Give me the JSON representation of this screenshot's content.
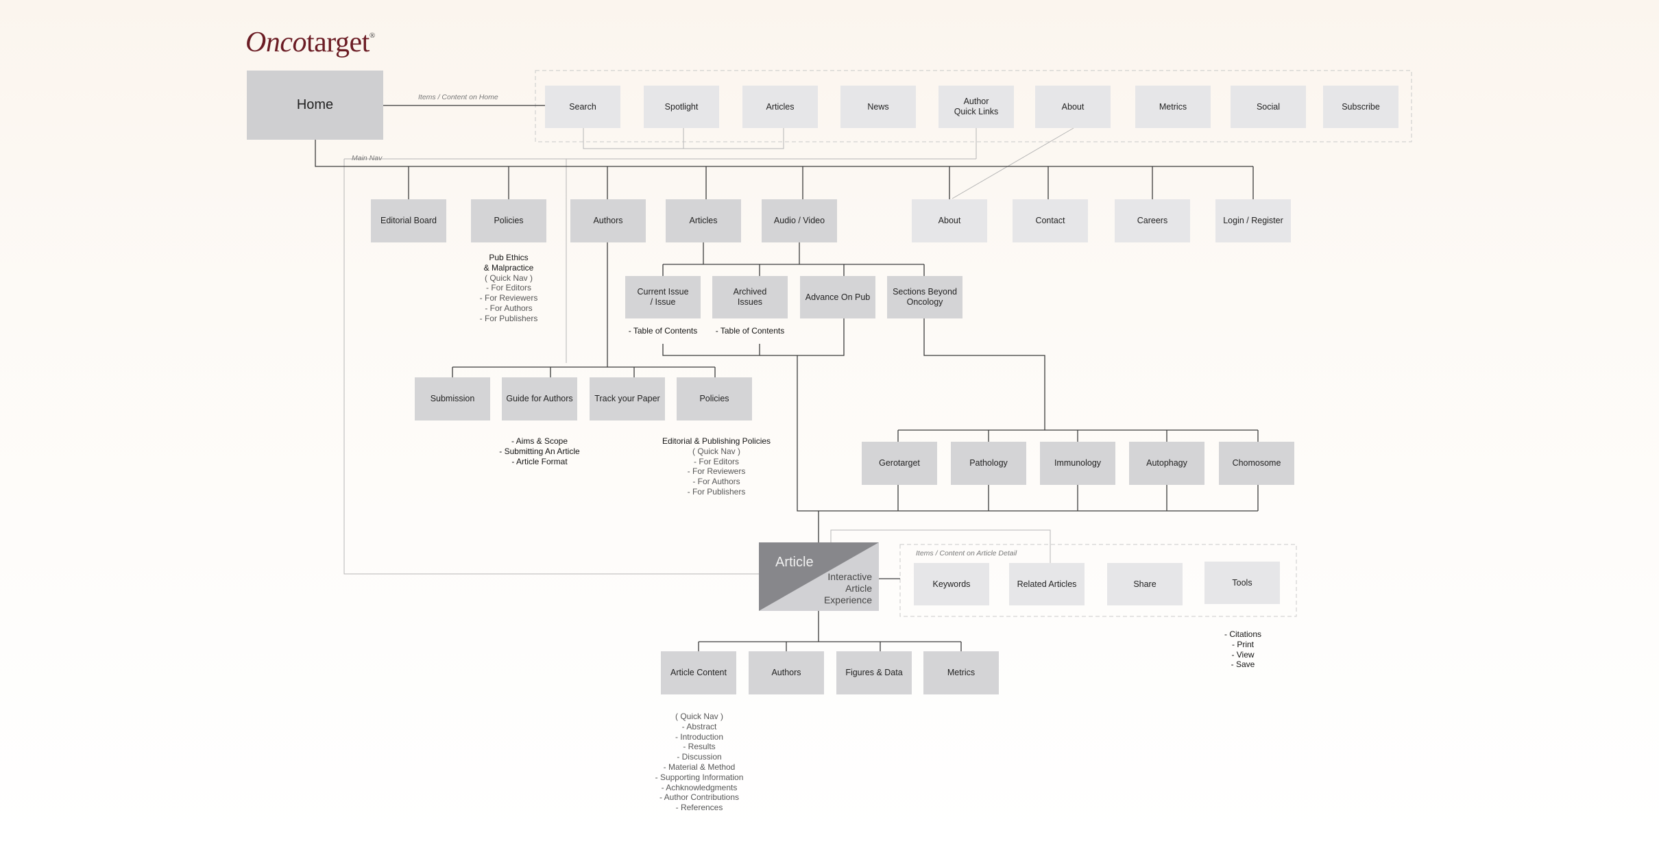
{
  "logo": {
    "text_italic": "Onco",
    "text_regular": "target",
    "mark": "®"
  },
  "captions": {
    "home_items": "Items / Content on Home",
    "main_nav": "Main Nav",
    "article_items": "Items / Content on Article Detail"
  },
  "nodes": {
    "home": "Home",
    "home_search": "Search",
    "home_spotlight": "Spotlight",
    "home_articles": "Articles",
    "home_news": "News",
    "home_author_quick_links": "Author\nQuick Links",
    "home_about": "About",
    "home_metrics": "Metrics",
    "home_social": "Social",
    "home_subscribe": "Subscribe",
    "nav_editorial_board": "Editorial Board",
    "nav_policies": "Policies",
    "nav_authors": "Authors",
    "nav_articles": "Articles",
    "nav_audio_video": "Audio / Video",
    "nav_about": "About",
    "nav_contact": "Contact",
    "nav_careers": "Careers",
    "nav_login_register": "Login / Register",
    "current_issue": "Current Issue\n/ Issue",
    "archived_issues": "Archived\nIssues",
    "advance_on_pub": "Advance On Pub",
    "sections_beyond_oncology": "Sections Beyond\nOncology",
    "submission": "Submission",
    "guide_for_authors": "Guide for Authors",
    "track_your_paper": "Track your Paper",
    "authors_policies": "Policies",
    "gerotarget": "Gerotarget",
    "pathology": "Pathology",
    "immunology": "Immunology",
    "autophagy": "Autophagy",
    "chomosome": "Chomosome",
    "keywords": "Keywords",
    "related_articles": "Related Articles",
    "share": "Share",
    "tools": "Tools",
    "article_content": "Article Content",
    "article_authors": "Authors",
    "figures_data": "Figures & Data",
    "article_metrics": "Metrics"
  },
  "article": {
    "title": "Article",
    "subtitle": "Interactive\nArticle\nExperience"
  },
  "notes": {
    "policies": [
      "Pub Ethics",
      "& Malpractice",
      "( Quick Nav )",
      "- For Editors",
      "- For Reviewers",
      "- For Authors",
      "- For Publishers"
    ],
    "current_issue": [
      "- Table of Contents"
    ],
    "archived_issues": [
      "- Table of Contents"
    ],
    "guide_for_authors": [
      "- Aims & Scope",
      "- Submitting An Article",
      "- Article Format"
    ],
    "authors_policies": [
      "Editorial & Publishing Policies",
      "( Quick Nav )",
      "- For Editors",
      "- For Reviewers",
      "- For Authors",
      "- For Publishers"
    ],
    "tools": [
      "- Citations",
      "- Print",
      "- View",
      "- Save"
    ],
    "article_content": [
      "( Quick Nav )",
      "- Abstract",
      "- Introduction",
      "- Results",
      "- Discussion",
      "- Material & Method",
      "- Supporting Information",
      "- Achknowledgments",
      "- Author Contributions",
      "- References"
    ]
  },
  "colors": {
    "logo": "#6b1c24",
    "box_dark": "#d4d4d6",
    "box_light": "#e6e6e8",
    "article_dark": "#87878b",
    "article_light": "#d1d1d4",
    "line": "#3a3a3a"
  }
}
